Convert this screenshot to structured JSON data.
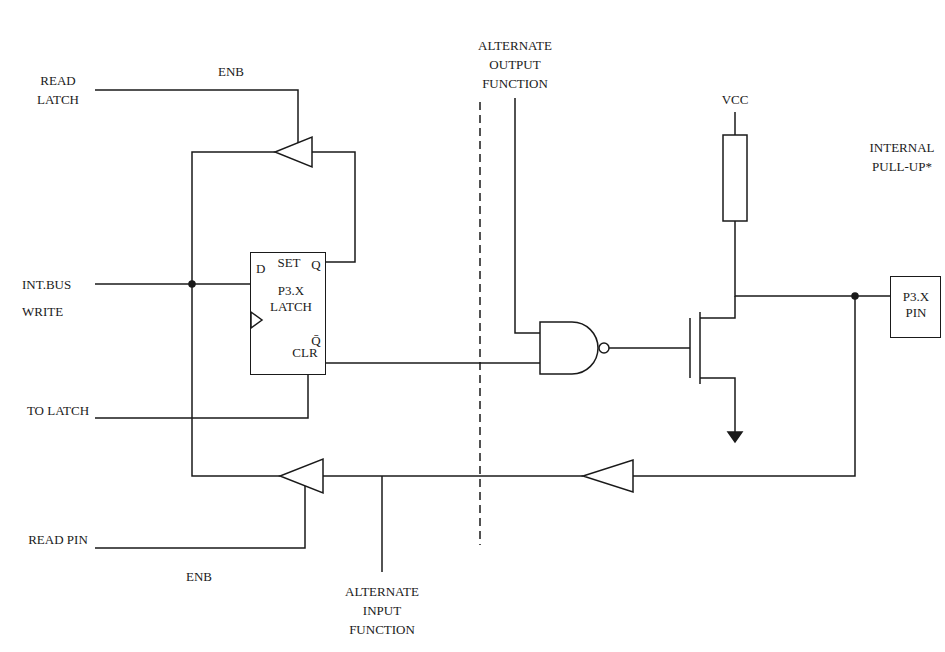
{
  "diagram": {
    "nodes": [
      {
        "text": [
          "D",
          "SET",
          "Q",
          "P3.X LATCH",
          "CLR",
          "Q̄"
        ]
      },
      {
        "text": [
          "P3.X PIN"
        ]
      }
    ],
    "labels": [
      "READ LATCH",
      "ENB",
      "ALTERNATE OUTPUT FUNCTION",
      "VCC",
      "INTERNAL PULL-UP*",
      "INT.BUS",
      "WRITE",
      "TO LATCH",
      "READ PIN",
      "ENB",
      "ALTERNATE INPUT FUNCTION"
    ]
  }
}
